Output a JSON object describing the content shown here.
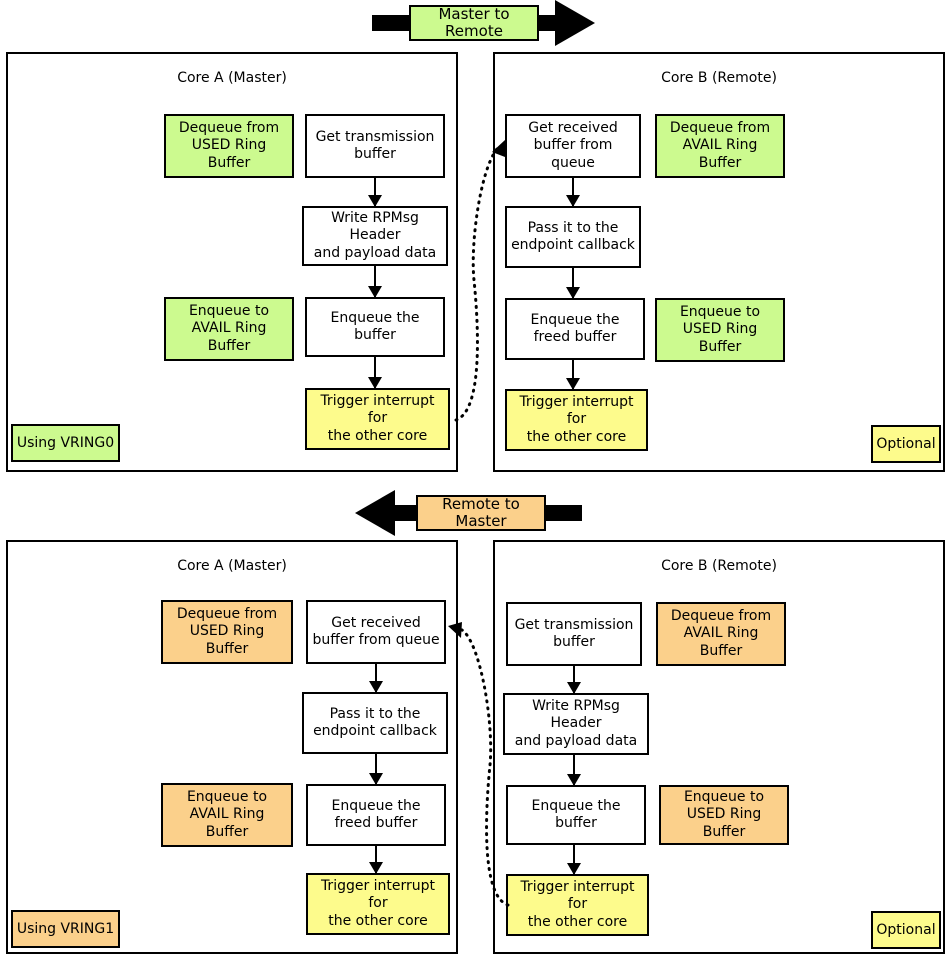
{
  "colors": {
    "green": "#ccfa8f",
    "orange": "#fbd08b",
    "yellow": "#fdfb8c",
    "white": "#ffffff",
    "stroke": "#000000"
  },
  "banners": {
    "master_to_remote": "Master to Remote",
    "remote_to_master": "Remote to Master"
  },
  "top": {
    "left_panel": {
      "title": "Core A (Master)",
      "badge": "Using VRING0",
      "flow": [
        "Get transmission\nbuffer",
        "Write RPMsg Header\nand payload data",
        "Enqueue the buffer",
        "Trigger interrupt for\nthe other core"
      ],
      "notes": [
        "Dequeue from\nUSED Ring Buffer",
        "Enqueue to\nAVAIL Ring Buffer"
      ]
    },
    "right_panel": {
      "title": "Core B (Remote)",
      "badge": "Optional",
      "flow": [
        "Get received\nbuffer from queue",
        "Pass it to the\nendpoint callback",
        "Enqueue the\nfreed buffer",
        "Trigger interrupt for\nthe other core"
      ],
      "notes": [
        "Dequeue from\nAVAIL Ring Buffer",
        "Enqueue to\nUSED Ring Buffer"
      ]
    }
  },
  "bottom": {
    "left_panel": {
      "title": "Core A (Master)",
      "badge": "Using VRING1",
      "flow": [
        "Get received\nbuffer from queue",
        "Pass it to the\nendpoint callback",
        "Enqueue the\nfreed buffer",
        "Trigger interrupt for\nthe other core"
      ],
      "notes": [
        "Dequeue from\nUSED Ring Buffer",
        "Enqueue to\nAVAIL Ring Buffer"
      ]
    },
    "right_panel": {
      "title": "Core B (Remote)",
      "badge": "Optional",
      "flow": [
        "Get transmission\nbuffer",
        "Write RPMsg Header\nand payload data",
        "Enqueue the buffer",
        "Trigger interrupt for\nthe other core"
      ],
      "notes": [
        "Dequeue from\nAVAIL Ring Buffer",
        "Enqueue to\nUSED Ring Buffer"
      ]
    }
  }
}
